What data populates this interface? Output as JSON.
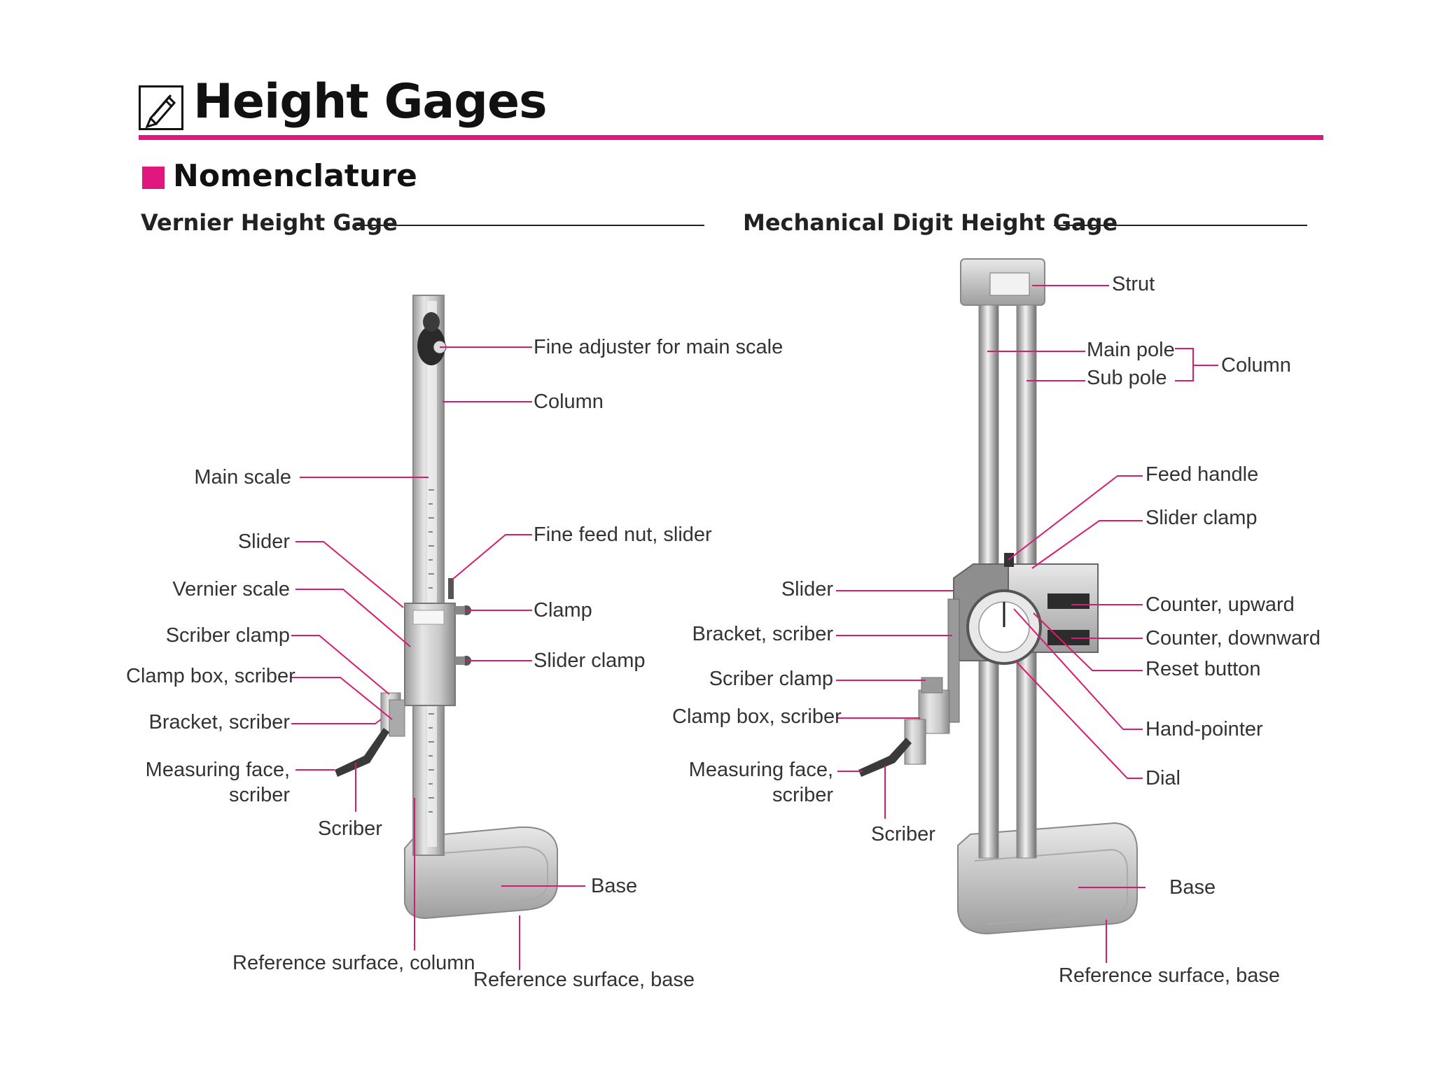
{
  "title": "Height Gages",
  "section_heading": "Nomenclature",
  "colors": {
    "accent": "#e0177f",
    "leader": "#d81b72",
    "text": "#1a1a1a"
  },
  "icons": {
    "title_icon": "pencil-icon"
  },
  "diagrams": {
    "vernier": {
      "title": "Vernier Height Gage",
      "labels": {
        "fine_adjuster": "Fine adjuster for main scale",
        "column": "Column",
        "main_scale": "Main scale",
        "slider": "Slider",
        "fine_feed_nut": "Fine feed nut, slider",
        "vernier_scale": "Vernier scale",
        "clamp": "Clamp",
        "scriber_clamp": "Scriber clamp",
        "slider_clamp": "Slider clamp",
        "clamp_box": "Clamp box, scriber",
        "bracket": "Bracket, scriber",
        "measuring_face_1": "Measuring face,",
        "measuring_face_2": "scriber",
        "scriber": "Scriber",
        "base": "Base",
        "ref_column": "Reference surface, column",
        "ref_base": "Reference surface, base"
      }
    },
    "mechanical": {
      "title": "Mechanical Digit Height Gage",
      "labels": {
        "strut": "Strut",
        "main_pole": "Main pole",
        "sub_pole": "Sub pole",
        "column": "Column",
        "feed_handle": "Feed handle",
        "slider_clamp": "Slider clamp",
        "slider": "Slider",
        "counter_up": "Counter, upward",
        "bracket": "Bracket, scriber",
        "counter_down": "Counter, downward",
        "reset": "Reset button",
        "scriber_clamp": "Scriber clamp",
        "clamp_box": "Clamp box, scriber",
        "hand_pointer": "Hand-pointer",
        "measuring_face_1": "Measuring face,",
        "measuring_face_2": "scriber",
        "dial": "Dial",
        "scriber": "Scriber",
        "base": "Base",
        "ref_base": "Reference surface, base"
      }
    }
  }
}
